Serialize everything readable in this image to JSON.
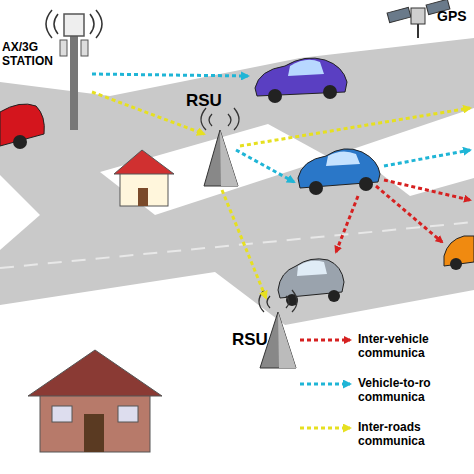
{
  "diagram": {
    "labels": [
      "AX/3G STATION",
      "GPS",
      "RSU",
      "RSU"
    ],
    "legend": [
      {
        "text": "Inter-vehicle communica"
      },
      {
        "text": "Vehicle-to-ro communica"
      },
      {
        "text": "Inter-roads communica"
      }
    ]
  }
}
